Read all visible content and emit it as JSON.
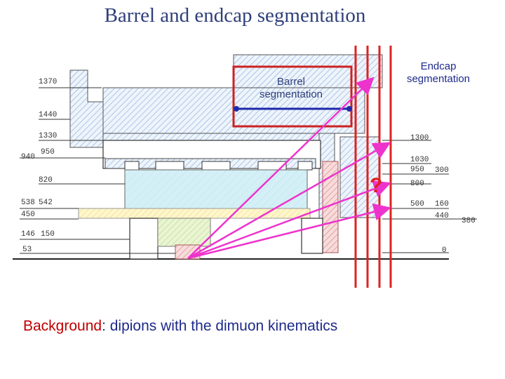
{
  "title": "Barrel and endcap segmentation",
  "labels": {
    "barrel_line1": "Barrel",
    "barrel_line2": "segmentation",
    "endcap_line1": "Endcap",
    "endcap_line2": "segmentation",
    "question_mark": "?"
  },
  "background": {
    "key": "Background",
    "rest": ": dipions with the dimuon kinematics"
  },
  "dimensions_left": [
    "1370",
    "1440",
    "1330",
    "940",
    "950",
    "820",
    "538",
    "542",
    "450",
    "146",
    "150",
    "53"
  ],
  "dimensions_right": [
    "1300",
    "1030",
    "950",
    "800",
    "300",
    "500",
    "160",
    "440",
    "380",
    "0"
  ],
  "colors": {
    "title": "#2f3f7a",
    "box_outline": "#cc2222",
    "arrow": "#ee33cc",
    "segment_line": "#1e2aaa",
    "vertical_bars": "#dd2222",
    "hatch": "#8fb2dd",
    "cyan_fill": "#d4f0f6",
    "yellow_fill": "#fff3bf",
    "green_fill": "#e3f2c2",
    "pink_fill": "#f4c9c9"
  }
}
